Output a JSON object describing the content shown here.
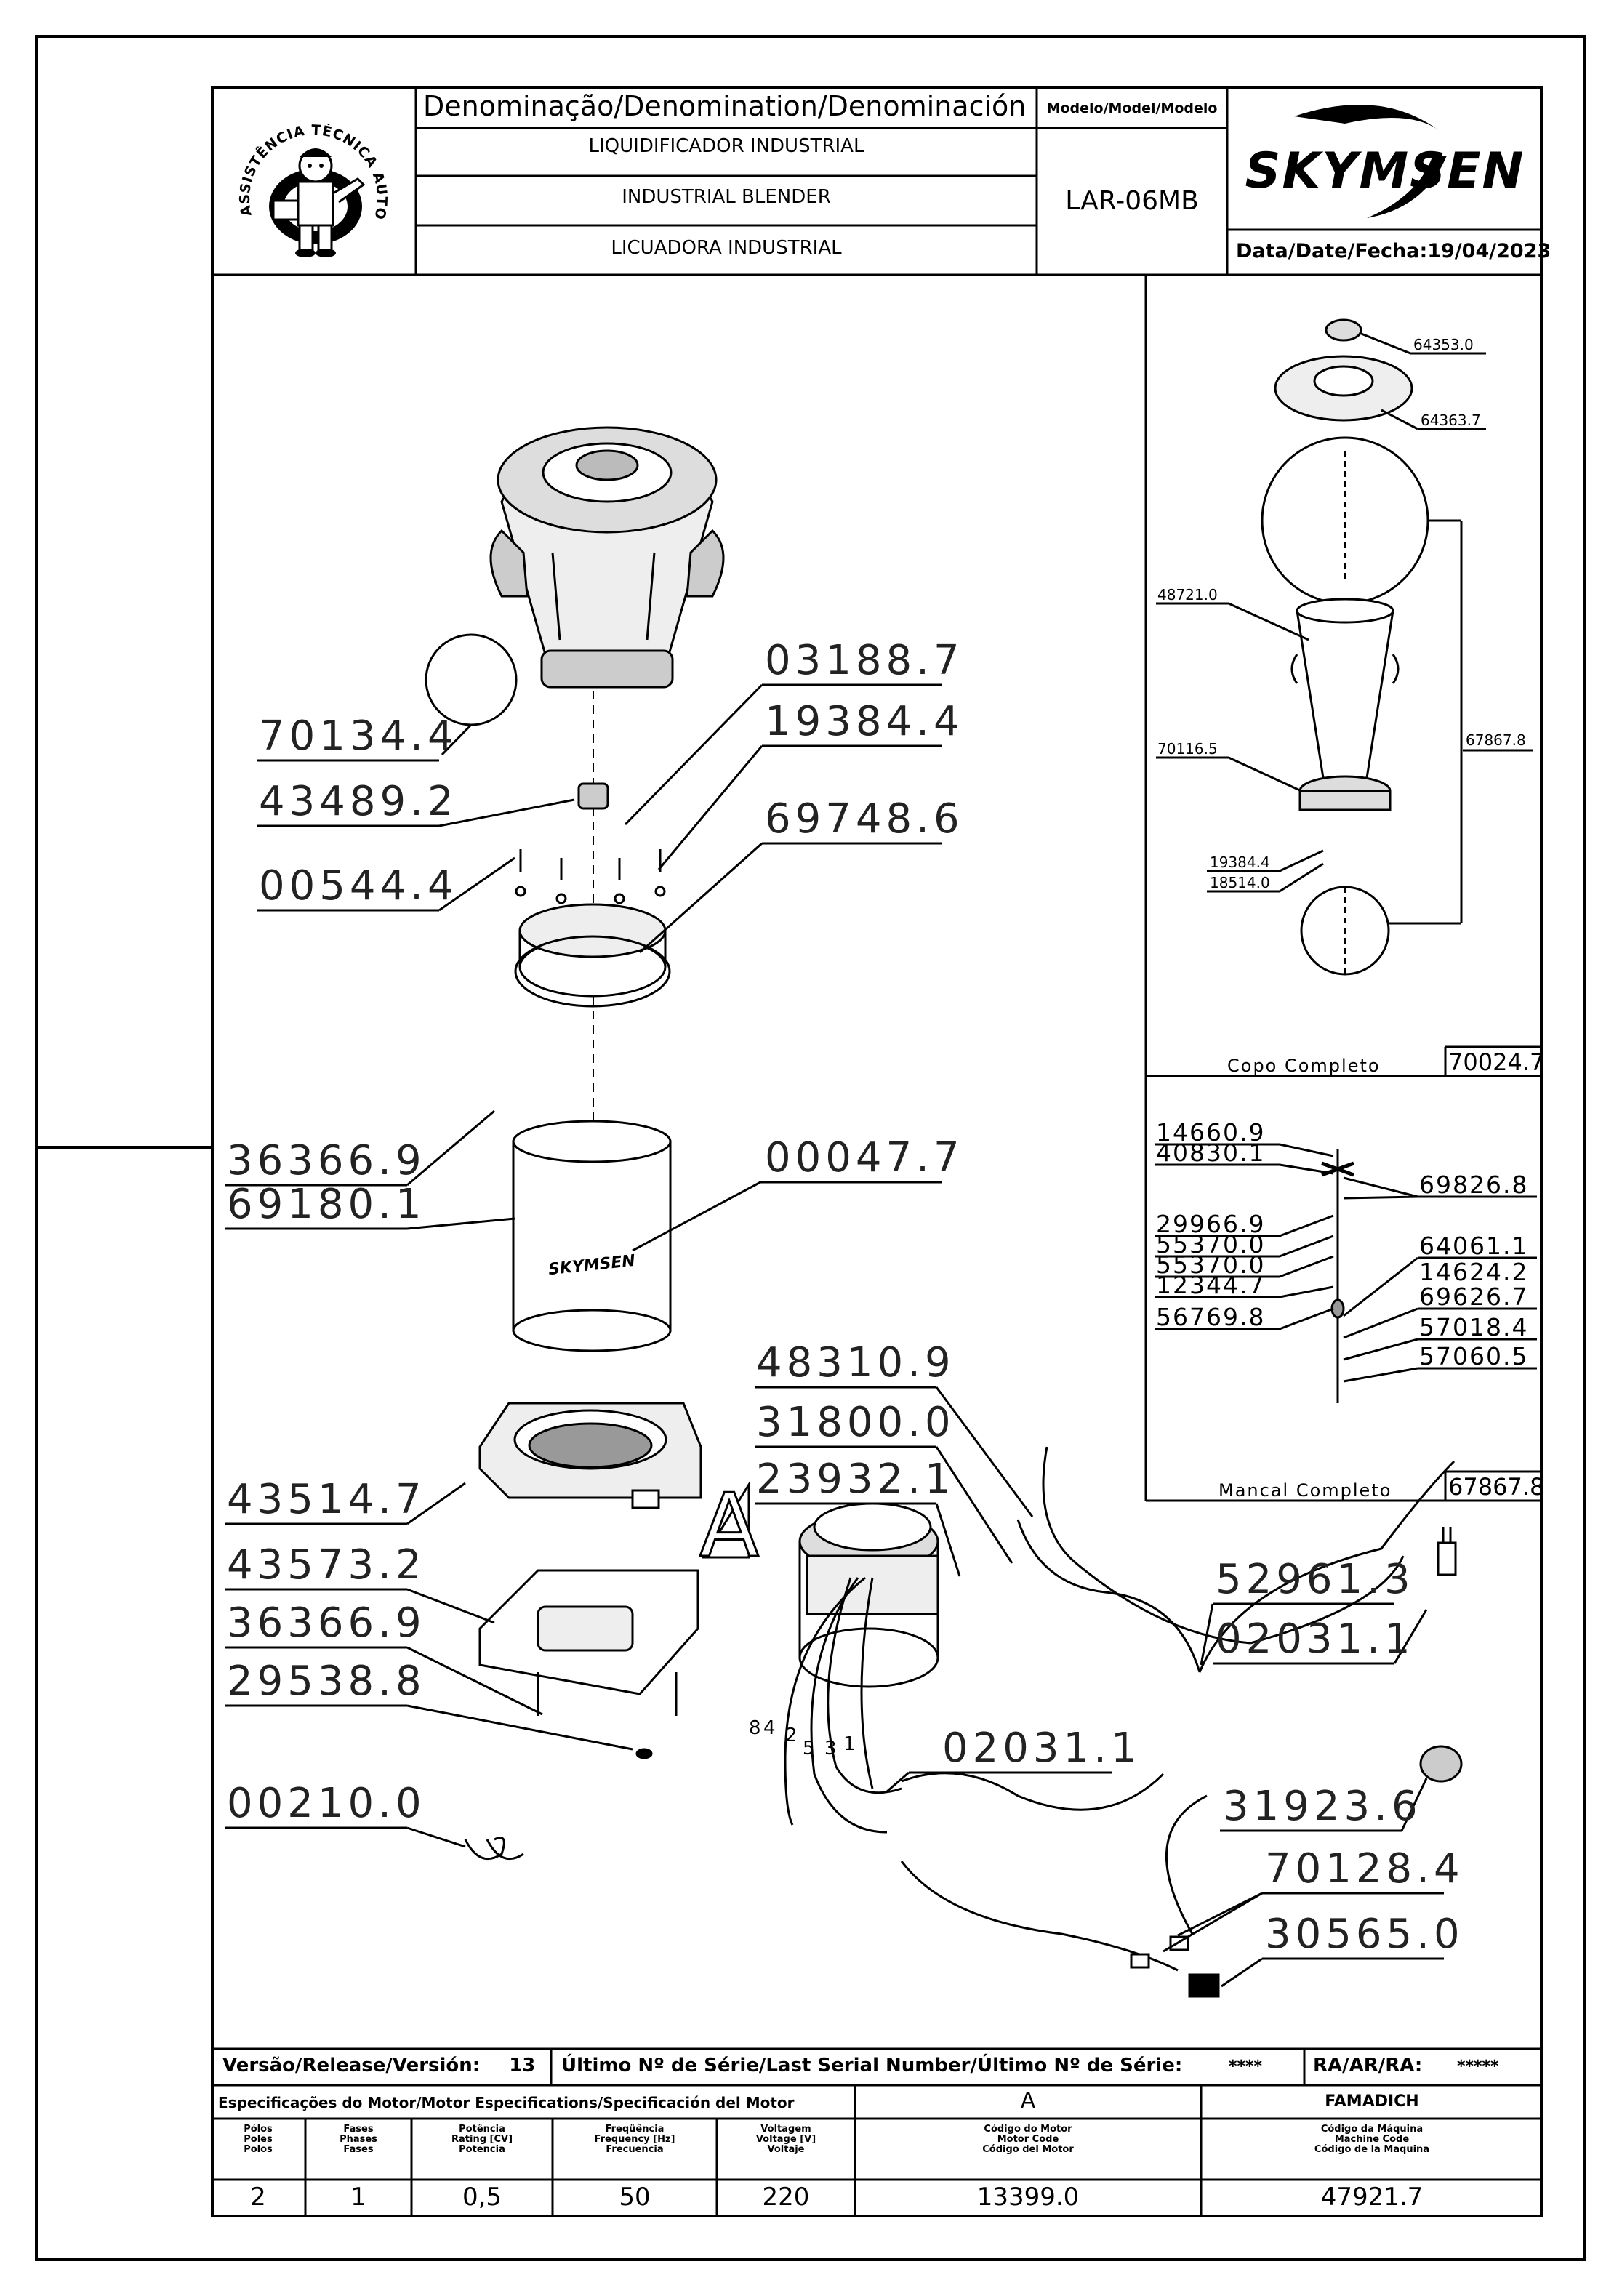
{
  "header": {
    "denomination_label": "Denominação/Denomination/Denominación",
    "name_pt": "LIQUIDIFICADOR INDUSTRIAL",
    "name_en": "INDUSTRIAL BLENDER",
    "name_es": "LICUADORA INDUSTRIAL",
    "model_label": "Modelo/Model/Modelo",
    "model_value": "LAR-06MB",
    "brand": "SKYMSEN",
    "date_label": "Data/Date/Fecha:",
    "date_value": "19/04/2023",
    "stamp_text": "ASSISTÊNCIA TÉCNICA AUTORIZADA"
  },
  "main_parts": [
    "70134.4",
    "43489.2",
    "00544.4",
    "03188.7",
    "19384.4",
    "69748.6",
    "36366.9",
    "69180.1",
    "00047.7",
    "48310.9",
    "31800.0",
    "23932.1",
    "43514.7",
    "43573.2",
    "36366.9",
    "29538.8",
    "00210.0",
    "52961.3",
    "02031.1",
    "02031.1",
    "31923.6",
    "70128.4",
    "30565.0"
  ],
  "detail_marker": "A",
  "wire_numbers": [
    "8",
    "4",
    "2",
    "5",
    "3",
    "1"
  ],
  "can_brand": "SKYMSEN",
  "copo": {
    "parts": [
      "64353.0",
      "64363.7",
      "48721.0",
      "67867.8",
      "70116.5",
      "19384.4",
      "18514.0"
    ],
    "title": "Copo Completo",
    "code": "70024.7"
  },
  "mancal": {
    "left_parts": [
      "14660.9",
      "40830.1",
      "29966.9",
      "55370.0",
      "55370.0",
      "12344.7",
      "56769.8"
    ],
    "right_parts": [
      "69826.8",
      "64061.1",
      "14624.2",
      "69626.7",
      "57018.4",
      "57060.5"
    ],
    "title": "Mancal Completo",
    "code": "67867.8"
  },
  "footer": {
    "version_label": "Versão/Release/Versión:",
    "version_value": "13",
    "serial_label": "Último Nº de Série/Last Serial Number/Último Nº de Série:",
    "serial_value": "****",
    "ra_label": "RA/AR/RA:",
    "ra_value": "*****",
    "motor_spec_label": "Especificações do Motor/Motor Especifications/Specificación del Motor",
    "motor_letter": "A",
    "machine_brand": "FAMADICH",
    "col_poles": [
      "Pólos",
      "Poles",
      "Polos"
    ],
    "col_phases": [
      "Fases",
      "Phases",
      "Fases"
    ],
    "col_power": [
      "Potência",
      "Rating [CV]",
      "Potencia"
    ],
    "col_freq": [
      "Freqüência",
      "Frequency [Hz]",
      "Frecuencia"
    ],
    "col_voltage": [
      "Voltagem",
      "Voltage [V]",
      "Voltaje"
    ],
    "col_motor_code": [
      "Código do Motor",
      "Motor Code",
      "Código del Motor"
    ],
    "col_machine_code": [
      "Código da Máquina",
      "Machine Code",
      "Código de la Maquina"
    ],
    "poles": "2",
    "phases": "1",
    "power": "0,5",
    "frequency": "50",
    "voltage": "220",
    "motor_code": "13399.0",
    "machine_code": "47921.7"
  }
}
